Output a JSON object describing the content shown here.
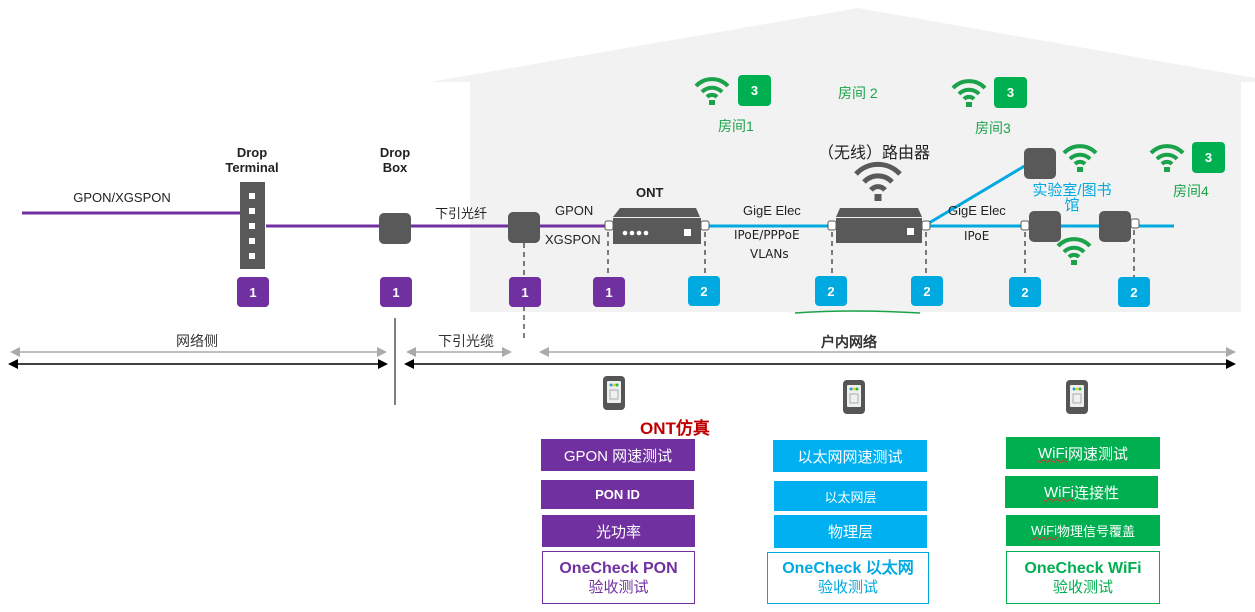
{
  "network": {
    "left_link_label": "GPON/XGSPON",
    "drop_terminal_label": [
      "Drop",
      "Terminal"
    ],
    "drop_box_label": [
      "Drop",
      "Box"
    ],
    "drop_fiber_label": "下引光纤",
    "ont_label": "ONT",
    "ont_link_top": "GPON",
    "ont_link_bottom": "XGSPON",
    "ont_eth_top": "GigE Elec",
    "ont_eth_mid": "IPoE/PPPoE",
    "ont_eth_bottom": "VLANs",
    "router_label": "（无线）路由器",
    "router_eth_top": "GigE Elec",
    "router_eth_bottom": "IPoE",
    "lab_label_line1": "实验室/图书",
    "lab_label_line2": "馆"
  },
  "rooms": [
    "房间1",
    "房间 2",
    "房间3",
    "房间4"
  ],
  "badges": {
    "purple": "1",
    "cyan": "2",
    "green": "3"
  },
  "spans": {
    "network_side": "网络侧",
    "drop_cable": "下引光缆",
    "home_network": "户内网络"
  },
  "colors": {
    "fiber": "#7030a0",
    "ethernet": "#00a9e0",
    "wifi": "#1aa34a",
    "device": "#595959",
    "house": "#f2f2f2",
    "ont_emulation": "#c00000"
  },
  "tests": {
    "ont_emulation_label": "ONT仿真",
    "pon": {
      "items": [
        "GPON 网速测试",
        "PON ID",
        "光功率"
      ],
      "onecheck_title": "OneCheck PON",
      "onecheck_sub": "验收测试"
    },
    "ethernet": {
      "items": [
        "以太网网速测试",
        "以太网层",
        "物理层"
      ],
      "onecheck_title": "OneCheck 以太网",
      "onecheck_sub": "验收测试"
    },
    "wifi": {
      "items_prefix": "WiFi",
      "items": [
        " 网速测试",
        " 连接性",
        " 物理信号覆盖"
      ],
      "onecheck_title": "OneCheck WiFi",
      "onecheck_sub": "验收测试"
    }
  }
}
